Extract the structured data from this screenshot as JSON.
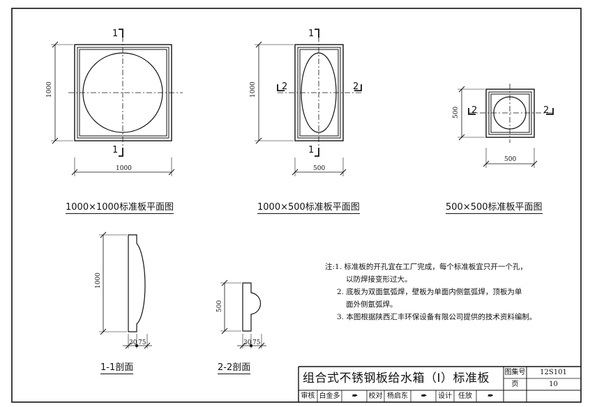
{
  "plans": {
    "p1000x1000": {
      "caption": "1000×1000标准板平面图",
      "dim_w": "1000",
      "dim_h": "1000",
      "sec_top": "1",
      "sec_bottom": "1"
    },
    "p1000x500": {
      "caption": "1000×500标准板平面图",
      "dim_w": "500",
      "dim_h": "1000",
      "sec_top": "1",
      "sec_bottom": "1",
      "sec_left": "2",
      "sec_right": "2"
    },
    "p500x500": {
      "caption": "500×500标准板平面图",
      "dim_w": "500",
      "dim_h": "500",
      "sec_left": "2",
      "sec_right": "2"
    }
  },
  "sections": {
    "s1": {
      "caption": "1-1剖面",
      "dim_h": "1000",
      "dim_a": "30",
      "dim_b": "75"
    },
    "s2": {
      "caption": "2-2剖面",
      "dim_h": "500",
      "dim_a": "30",
      "dim_b": "75"
    }
  },
  "notes": {
    "prefix": "注:",
    "items": [
      {
        "num": "1.",
        "lines": [
          "标准板的开孔宜在工厂完成，每个标准板宜只开一个孔，",
          "以防焊接变形过大。"
        ]
      },
      {
        "num": "2.",
        "lines": [
          "底板为双面氩弧焊，壁板为单面内侧氩弧焊，顶板为单",
          "面外侧氩弧焊。"
        ]
      },
      {
        "num": "3.",
        "lines": [
          "本图根据陕西汇丰环保设备有限公司提供的技术资料编制。"
        ]
      }
    ]
  },
  "title_block": {
    "title": "组合式不锈钢板给水箱（Ⅰ）标准板",
    "atlas_label": "图集号",
    "atlas_no": "12S101",
    "page_label": "页",
    "page_no": "10",
    "review_label": "审核",
    "reviewer": "白金多",
    "check_label": "校对",
    "checker": "杨启东",
    "design_label": "设计",
    "designer": "任放"
  }
}
